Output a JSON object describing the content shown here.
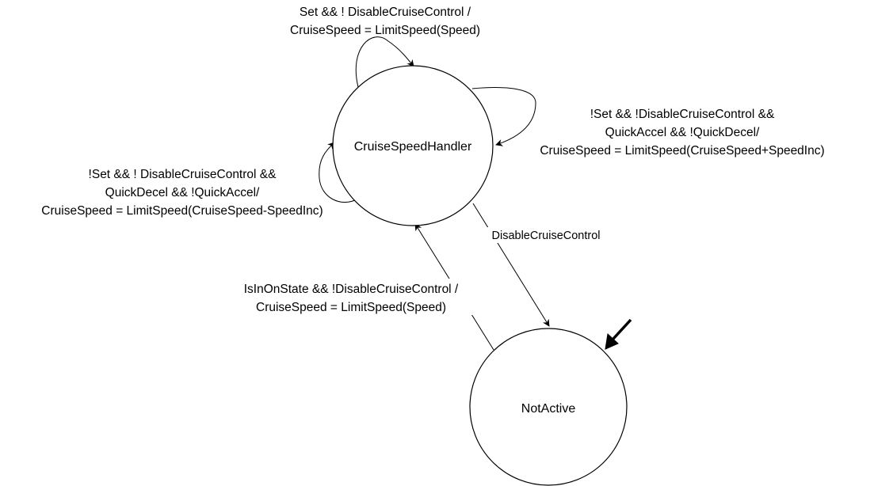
{
  "states": {
    "cruise_speed_handler": "CruiseSpeedHandler",
    "not_active": "NotActive"
  },
  "transitions": {
    "self_loop_top": {
      "line1": "Set && ! DisableCruiseControl /",
      "line2": "CruiseSpeed = LimitSpeed(Speed)"
    },
    "self_loop_right": {
      "line1": "!Set && !DisableCruiseControl &&",
      "line2": "QuickAccel && !QuickDecel/",
      "line3": "CruiseSpeed = LimitSpeed(CruiseSpeed+SpeedInc)"
    },
    "self_loop_left": {
      "line1": "!Set && ! DisableCruiseControl &&",
      "line2": "QuickDecel && !QuickAccel/",
      "line3": "CruiseSpeed = LimitSpeed(CruiseSpeed-SpeedInc)"
    },
    "handler_to_not_active": {
      "label": "DisableCruiseControl"
    },
    "not_active_to_handler": {
      "line1": "IsInOnState && !DisableCruiseControl /",
      "line2": "CruiseSpeed = LimitSpeed(Speed)"
    }
  },
  "colors": {
    "stroke": "#000000",
    "background": "#ffffff"
  }
}
